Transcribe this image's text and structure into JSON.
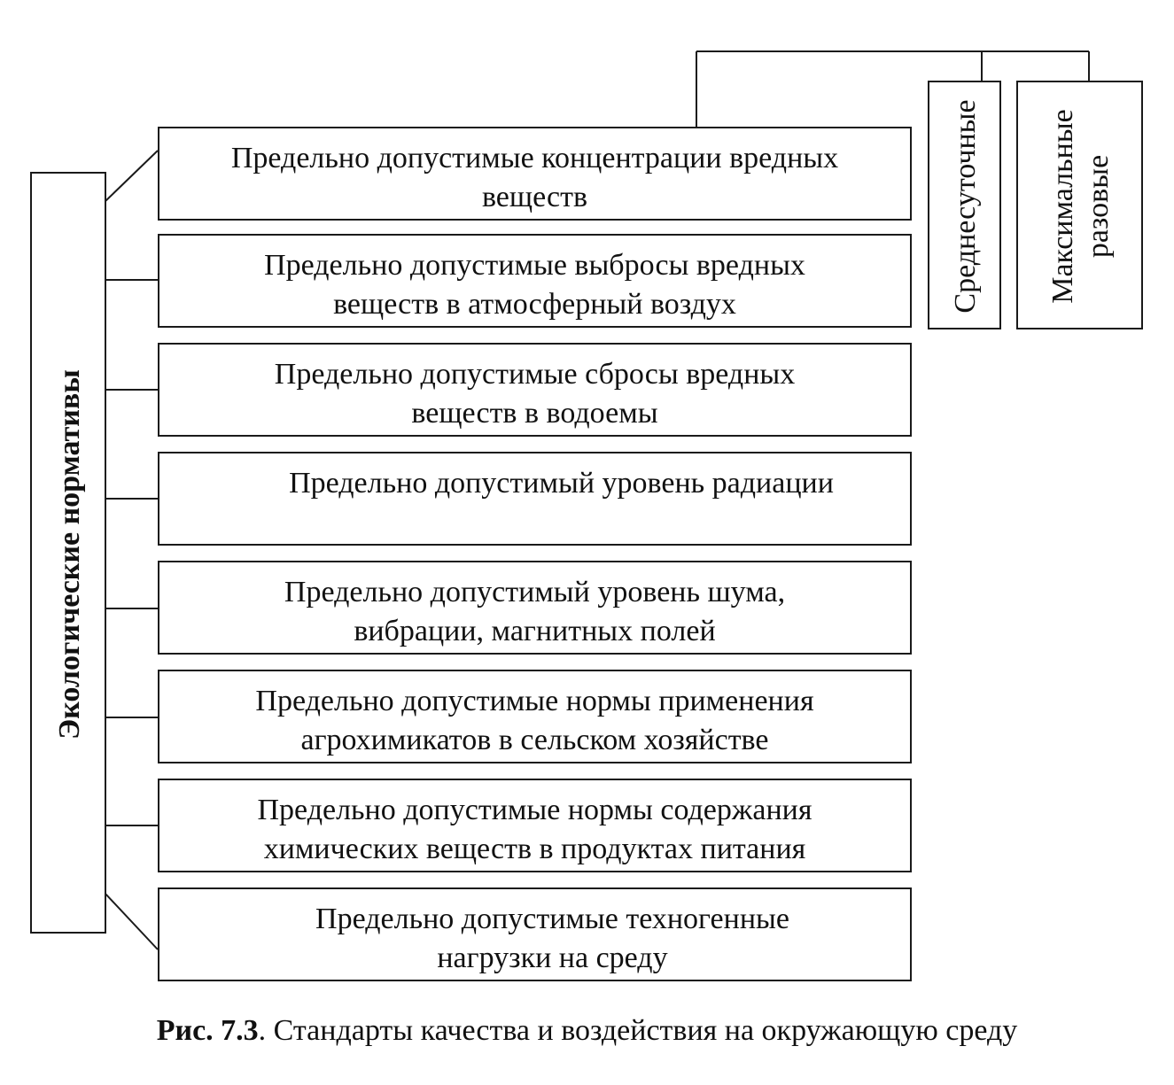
{
  "root": {
    "label": "Экологические нормативы"
  },
  "items": [
    {
      "label": "Предельно допустимые концентрации вредных\nвеществ"
    },
    {
      "label": "Предельно допустимые выбросы вредных\nвеществ в атмосферный воздух"
    },
    {
      "label": "Предельно допустимые сбросы вредных\nвеществ в водоемы"
    },
    {
      "label": "Предельно допустимый уровень радиации"
    },
    {
      "label": "Предельно допустимый уровень шума,\nвибрации, магнитных полей"
    },
    {
      "label": "Предельно допустимые нормы применения\nагрохимикатов в сельском хозяйстве"
    },
    {
      "label": "Предельно допустимые нормы содержания\nхимических веществ в продуктах питания"
    },
    {
      "label": "Предельно допустимые техногенные\nнагрузки на среду"
    }
  ],
  "subtypes": [
    {
      "label": "Среднесуточные"
    },
    {
      "label": "Максимальные\nразовые"
    }
  ],
  "caption": {
    "prefix": "Рис. 7.3",
    "text": ". Стандарты качества и воздействия на окружающую среду"
  }
}
